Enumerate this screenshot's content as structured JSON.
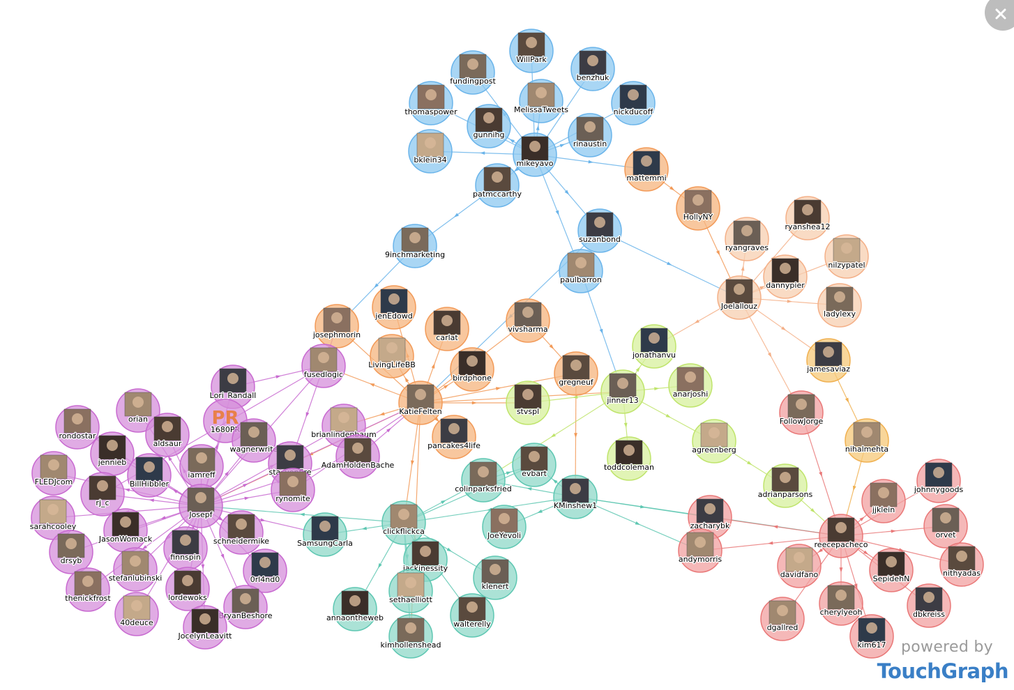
{
  "colors": {
    "blue": "#8cc8f0",
    "orange": "#f5b47e",
    "purple": "#d58fdb",
    "teal": "#8fd8c8",
    "lime": "#d7f09c",
    "red": "#f2a0a0",
    "peach": "#f7cfb0",
    "gold": "#f6c878"
  },
  "branding": {
    "powered_by": "powered by",
    "brand": "TouchGraph"
  },
  "close_icon": "close-icon",
  "nodes": [
    {
      "id": "WillPark",
      "label": "WillPark",
      "group": "blue"
    },
    {
      "id": "fundingpost",
      "label": "fundingpost",
      "group": "blue"
    },
    {
      "id": "benzhuk",
      "label": "benzhuk",
      "group": "blue"
    },
    {
      "id": "MelissaTweets",
      "label": "MelissaTweets",
      "group": "blue"
    },
    {
      "id": "nickducoff",
      "label": "nickducoff",
      "group": "blue"
    },
    {
      "id": "thomaspower",
      "label": "thomaspower",
      "group": "blue"
    },
    {
      "id": "gunnihg",
      "label": "gunnihg",
      "group": "blue"
    },
    {
      "id": "rinaustin",
      "label": "rinaustin",
      "group": "blue"
    },
    {
      "id": "bklein34",
      "label": "bklein34",
      "group": "blue"
    },
    {
      "id": "mikeyavo",
      "label": "mikeyavo",
      "group": "blue"
    },
    {
      "id": "patmccarthy",
      "label": "patmccarthy",
      "group": "blue"
    },
    {
      "id": "9inchmarketing",
      "label": "9inchmarketing",
      "group": "blue"
    },
    {
      "id": "suzanbond",
      "label": "suzanbond",
      "group": "blue"
    },
    {
      "id": "paulbarron",
      "label": "paulbarron",
      "group": "blue"
    },
    {
      "id": "mattemmi",
      "label": "mattemmi",
      "group": "orange"
    },
    {
      "id": "HollyNY",
      "label": "HollyNY",
      "group": "orange"
    },
    {
      "id": "ryanshea12",
      "label": "ryanshea12",
      "group": "peach"
    },
    {
      "id": "ryangraves",
      "label": "ryangraves",
      "group": "peach"
    },
    {
      "id": "nilzypatel",
      "label": "nilzypatel",
      "group": "peach"
    },
    {
      "id": "dannypier",
      "label": "dannypier",
      "group": "peach"
    },
    {
      "id": "Joelallouz",
      "label": "Joelallouz",
      "group": "peach"
    },
    {
      "id": "ladylexy",
      "label": "ladylexy",
      "group": "peach"
    },
    {
      "id": "jamesaviaz",
      "label": "jamesaviaz",
      "group": "gold"
    },
    {
      "id": "nihalmehta",
      "label": "nihalmehta",
      "group": "gold"
    },
    {
      "id": "jenEdowd",
      "label": "jenEdowd",
      "group": "orange"
    },
    {
      "id": "josephmorin",
      "label": "josephmorin",
      "group": "orange"
    },
    {
      "id": "carlat",
      "label": "carlat",
      "group": "orange"
    },
    {
      "id": "vivsharma",
      "label": "vivsharma",
      "group": "orange"
    },
    {
      "id": "LivingLifeBB",
      "label": "LivingLifeBB",
      "group": "orange"
    },
    {
      "id": "birdphone",
      "label": "birdphone",
      "group": "orange"
    },
    {
      "id": "gregneuf",
      "label": "gregneuf",
      "group": "orange"
    },
    {
      "id": "KatieFelten",
      "label": "KatieFelten",
      "group": "orange"
    },
    {
      "id": "pancakes4life",
      "label": "pancakes4life",
      "group": "orange"
    },
    {
      "id": "fusedlogic",
      "label": "fusedlogic",
      "group": "purple"
    },
    {
      "id": "jonathanvu",
      "label": "jonathanvu",
      "group": "lime"
    },
    {
      "id": "anarjoshi",
      "label": "anarjoshi",
      "group": "lime"
    },
    {
      "id": "stvspl",
      "label": "stvspl",
      "group": "lime"
    },
    {
      "id": "jinner13",
      "label": "jinner13",
      "group": "lime"
    },
    {
      "id": "agreenberg",
      "label": "agreenberg",
      "group": "lime"
    },
    {
      "id": "toddcoleman",
      "label": "toddcoleman",
      "group": "lime"
    },
    {
      "id": "adrianparsons",
      "label": "adrianparsons",
      "group": "lime"
    },
    {
      "id": "FollowJorge",
      "label": "FollowJorge",
      "group": "red"
    },
    {
      "id": "Lori_Randall",
      "label": "Lori_Randall",
      "group": "purple"
    },
    {
      "id": "orian",
      "label": "orian",
      "group": "purple"
    },
    {
      "id": "1680PR",
      "label": "1680PR",
      "group": "purple",
      "special": "PR"
    },
    {
      "id": "rondostar",
      "label": "rondostar",
      "group": "purple"
    },
    {
      "id": "aldsaur",
      "label": "aldsaur",
      "group": "purple"
    },
    {
      "id": "wagnerwrite",
      "label": "wagnerwrite",
      "group": "purple"
    },
    {
      "id": "brianlindenbaum",
      "label": "brianlindenbaum",
      "group": "purple"
    },
    {
      "id": "jennieb",
      "label": "jennieb",
      "group": "purple"
    },
    {
      "id": "AdamHoldenBache",
      "label": "AdamHoldenBache",
      "group": "purple"
    },
    {
      "id": "iamreff",
      "label": "iamreff",
      "group": "purple"
    },
    {
      "id": "stacyonfire",
      "label": "stacyonfire",
      "group": "purple"
    },
    {
      "id": "FLEDJcom",
      "label": "FLEDJcom",
      "group": "purple"
    },
    {
      "id": "BillHibbler",
      "label": "BillHibbler",
      "group": "purple"
    },
    {
      "id": "rynomite",
      "label": "rynomite",
      "group": "purple"
    },
    {
      "id": "rj_c",
      "label": "rj_c",
      "group": "purple"
    },
    {
      "id": "Josepf",
      "label": "Josepf",
      "group": "purple"
    },
    {
      "id": "sarahcooley",
      "label": "sarahcooley",
      "group": "purple"
    },
    {
      "id": "JasonWomack",
      "label": "JasonWomack",
      "group": "purple"
    },
    {
      "id": "schneidermike",
      "label": "schneidermike",
      "group": "purple"
    },
    {
      "id": "drsyb",
      "label": "drsyb",
      "group": "purple"
    },
    {
      "id": "finnspin",
      "label": "finnspin",
      "group": "purple"
    },
    {
      "id": "stefanlubinski",
      "label": "stefanlubinski",
      "group": "purple"
    },
    {
      "id": "0rl4nd0",
      "label": "0rl4nd0",
      "group": "purple"
    },
    {
      "id": "thenickfrost",
      "label": "thenickfrost",
      "group": "purple"
    },
    {
      "id": "lordewoks",
      "label": "lordewoks",
      "group": "purple"
    },
    {
      "id": "BryanBeshore",
      "label": "BryanBeshore",
      "group": "purple"
    },
    {
      "id": "40deuce",
      "label": "40deuce",
      "group": "purple"
    },
    {
      "id": "JocelynLeavitt",
      "label": "JocelynLeavitt",
      "group": "purple"
    },
    {
      "id": "evbart",
      "label": "evbart",
      "group": "teal"
    },
    {
      "id": "colinparksfried",
      "label": "colinparksfried",
      "group": "teal"
    },
    {
      "id": "KMinshew1",
      "label": "KMinshew1",
      "group": "teal"
    },
    {
      "id": "clickflickca",
      "label": "clickflickca",
      "group": "teal"
    },
    {
      "id": "SamsungCarla",
      "label": "SamsungCarla",
      "group": "teal"
    },
    {
      "id": "JoeYevoli",
      "label": "JoeYevoli",
      "group": "teal"
    },
    {
      "id": "jackinessity",
      "label": "jackinessity",
      "group": "teal"
    },
    {
      "id": "klenert",
      "label": "klenert",
      "group": "teal"
    },
    {
      "id": "sethaelliott",
      "label": "sethaelliott",
      "group": "teal"
    },
    {
      "id": "annaontheweb",
      "label": "annaontheweb",
      "group": "teal"
    },
    {
      "id": "walterelly",
      "label": "walterelly",
      "group": "teal"
    },
    {
      "id": "kimhollenshead",
      "label": "kimhollenshead",
      "group": "teal"
    },
    {
      "id": "zacharybk",
      "label": "zacharybk",
      "group": "red"
    },
    {
      "id": "andymorris",
      "label": "andymorris",
      "group": "red"
    },
    {
      "id": "johnnygoods",
      "label": "johnnygoods",
      "group": "red"
    },
    {
      "id": "jjklein",
      "label": "jjklein",
      "group": "red"
    },
    {
      "id": "reecepacheco",
      "label": "reecepacheco",
      "group": "red"
    },
    {
      "id": "orvet",
      "label": "orvet",
      "group": "red"
    },
    {
      "id": "davidfano",
      "label": "davidfano",
      "group": "red"
    },
    {
      "id": "SepidehN",
      "label": "SepidehN",
      "group": "red"
    },
    {
      "id": "nithyadas",
      "label": "nithyadas",
      "group": "red"
    },
    {
      "id": "cherylyeoh",
      "label": "cherylyeoh",
      "group": "red"
    },
    {
      "id": "dbkreiss",
      "label": "dbkreiss",
      "group": "red"
    },
    {
      "id": "dgallred",
      "label": "dgallred",
      "group": "red"
    },
    {
      "id": "kim617",
      "label": "kim617",
      "group": "red"
    }
  ],
  "edges": [
    [
      "mikeyavo",
      "WillPark"
    ],
    [
      "mikeyavo",
      "fundingpost"
    ],
    [
      "mikeyavo",
      "benzhuk"
    ],
    [
      "mikeyavo",
      "MelissaTweets"
    ],
    [
      "mikeyavo",
      "nickducoff"
    ],
    [
      "mikeyavo",
      "thomaspower"
    ],
    [
      "mikeyavo",
      "gunnihg"
    ],
    [
      "mikeyavo",
      "rinaustin"
    ],
    [
      "mikeyavo",
      "bklein34"
    ],
    [
      "mikeyavo",
      "patmccarthy"
    ],
    [
      "mikeyavo",
      "suzanbond"
    ],
    [
      "mikeyavo",
      "paulbarron"
    ],
    [
      "mikeyavo",
      "mattemmi"
    ],
    [
      "patmccarthy",
      "9inchmarketing"
    ],
    [
      "9inchmarketing",
      "josephmorin"
    ],
    [
      "mattemmi",
      "HollyNY"
    ],
    [
      "HollyNY",
      "Joelallouz"
    ],
    [
      "suzanbond",
      "Joelallouz"
    ],
    [
      "Joelallouz",
      "ryangraves"
    ],
    [
      "Joelallouz",
      "dannypier"
    ],
    [
      "Joelallouz",
      "ryanshea12"
    ],
    [
      "Joelallouz",
      "nilzypatel"
    ],
    [
      "Joelallouz",
      "ladylexy"
    ],
    [
      "Joelallouz",
      "jamesaviaz"
    ],
    [
      "Joelallouz",
      "FollowJorge"
    ],
    [
      "Joelallouz",
      "jonathanvu"
    ],
    [
      "jamesaviaz",
      "nihalmehta"
    ],
    [
      "paulbarron",
      "jinner13"
    ],
    [
      "suzanbond",
      "KatieFelten"
    ],
    [
      "KatieFelten",
      "jenEdowd"
    ],
    [
      "KatieFelten",
      "josephmorin"
    ],
    [
      "KatieFelten",
      "carlat"
    ],
    [
      "KatieFelten",
      "vivsharma"
    ],
    [
      "KatieFelten",
      "LivingLifeBB"
    ],
    [
      "KatieFelten",
      "birdphone"
    ],
    [
      "KatieFelten",
      "gregneuf"
    ],
    [
      "KatieFelten",
      "pancakes4life"
    ],
    [
      "KatieFelten",
      "fusedlogic"
    ],
    [
      "KatieFelten",
      "stvspl"
    ],
    [
      "KatieFelten",
      "jinner13"
    ],
    [
      "KatieFelten",
      "clickflickca"
    ],
    [
      "KatieFelten",
      "Josepf"
    ],
    [
      "KatieFelten",
      "brianlindenbaum"
    ],
    [
      "vivsharma",
      "gregneuf"
    ],
    [
      "gregneuf",
      "KMinshew1"
    ],
    [
      "jinner13",
      "jonathanvu"
    ],
    [
      "jinner13",
      "anarjoshi"
    ],
    [
      "jinner13",
      "stvspl"
    ],
    [
      "jinner13",
      "agreenberg"
    ],
    [
      "jinner13",
      "toddcoleman"
    ],
    [
      "jinner13",
      "colinparksfried"
    ],
    [
      "agreenberg",
      "adrianparsons"
    ],
    [
      "adrianparsons",
      "reecepacheco"
    ],
    [
      "FollowJorge",
      "reecepacheco"
    ],
    [
      "nihalmehta",
      "reecepacheco"
    ],
    [
      "KMinshew1",
      "reecepacheco"
    ],
    [
      "KMinshew1",
      "zacharybk"
    ],
    [
      "KMinshew1",
      "andymorris"
    ],
    [
      "KMinshew1",
      "evbart"
    ],
    [
      "KMinshew1",
      "colinparksfried"
    ],
    [
      "KMinshew1",
      "clickflickca"
    ],
    [
      "KMinshew1",
      "JoeYevoli"
    ],
    [
      "reecepacheco",
      "johnnygoods"
    ],
    [
      "reecepacheco",
      "jjklein"
    ],
    [
      "reecepacheco",
      "orvet"
    ],
    [
      "reecepacheco",
      "davidfano"
    ],
    [
      "reecepacheco",
      "SepidehN"
    ],
    [
      "reecepacheco",
      "nithyadas"
    ],
    [
      "reecepacheco",
      "cherylyeoh"
    ],
    [
      "reecepacheco",
      "dbkreiss"
    ],
    [
      "reecepacheco",
      "dgallred"
    ],
    [
      "reecepacheco",
      "kim617"
    ],
    [
      "reecepacheco",
      "zacharybk"
    ],
    [
      "reecepacheco",
      "andymorris"
    ],
    [
      "clickflickca",
      "SamsungCarla"
    ],
    [
      "clickflickca",
      "jackinessity"
    ],
    [
      "clickflickca",
      "klenert"
    ],
    [
      "clickflickca",
      "sethaelliott"
    ],
    [
      "clickflickca",
      "annaontheweb"
    ],
    [
      "clickflickca",
      "walterelly"
    ],
    [
      "clickflickca",
      "kimhollenshead"
    ],
    [
      "clickflickca",
      "Josepf"
    ],
    [
      "clickflickca",
      "colinparksfried"
    ],
    [
      "clickflickca",
      "evbart"
    ],
    [
      "colinparksfried",
      "evbart"
    ],
    [
      "KatieFelten",
      "kimhollenshead"
    ],
    [
      "Josepf",
      "Lori_Randall"
    ],
    [
      "Josepf",
      "orian"
    ],
    [
      "Josepf",
      "1680PR"
    ],
    [
      "Josepf",
      "rondostar"
    ],
    [
      "Josepf",
      "aldsaur"
    ],
    [
      "Josepf",
      "wagnerwrite"
    ],
    [
      "Josepf",
      "brianlindenbaum"
    ],
    [
      "Josepf",
      "jennieb"
    ],
    [
      "Josepf",
      "AdamHoldenBache"
    ],
    [
      "Josepf",
      "iamreff"
    ],
    [
      "Josepf",
      "stacyonfire"
    ],
    [
      "Josepf",
      "FLEDJcom"
    ],
    [
      "Josepf",
      "BillHibbler"
    ],
    [
      "Josepf",
      "rynomite"
    ],
    [
      "Josepf",
      "rj_c"
    ],
    [
      "Josepf",
      "sarahcooley"
    ],
    [
      "Josepf",
      "JasonWomack"
    ],
    [
      "Josepf",
      "schneidermike"
    ],
    [
      "Josepf",
      "drsyb"
    ],
    [
      "Josepf",
      "finnspin"
    ],
    [
      "Josepf",
      "stefanlubinski"
    ],
    [
      "Josepf",
      "0rl4nd0"
    ],
    [
      "Josepf",
      "thenickfrost"
    ],
    [
      "Josepf",
      "lordewoks"
    ],
    [
      "Josepf",
      "BryanBeshore"
    ],
    [
      "Josepf",
      "40deuce"
    ],
    [
      "Josepf",
      "JocelynLeavitt"
    ],
    [
      "Josepf",
      "fusedlogic"
    ],
    [
      "Josepf",
      "SamsungCarla"
    ],
    [
      "fusedlogic",
      "josephmorin"
    ],
    [
      "fusedlogic",
      "rj_c"
    ],
    [
      "fusedlogic",
      "stacyonfire"
    ],
    [
      "Lori_Randall",
      "fusedlogic"
    ],
    [
      "AdamHoldenBache",
      "KatieFelten"
    ],
    [
      "rynomite",
      "KatieFelten"
    ],
    [
      "stacyonfire",
      "KatieFelten"
    ]
  ]
}
